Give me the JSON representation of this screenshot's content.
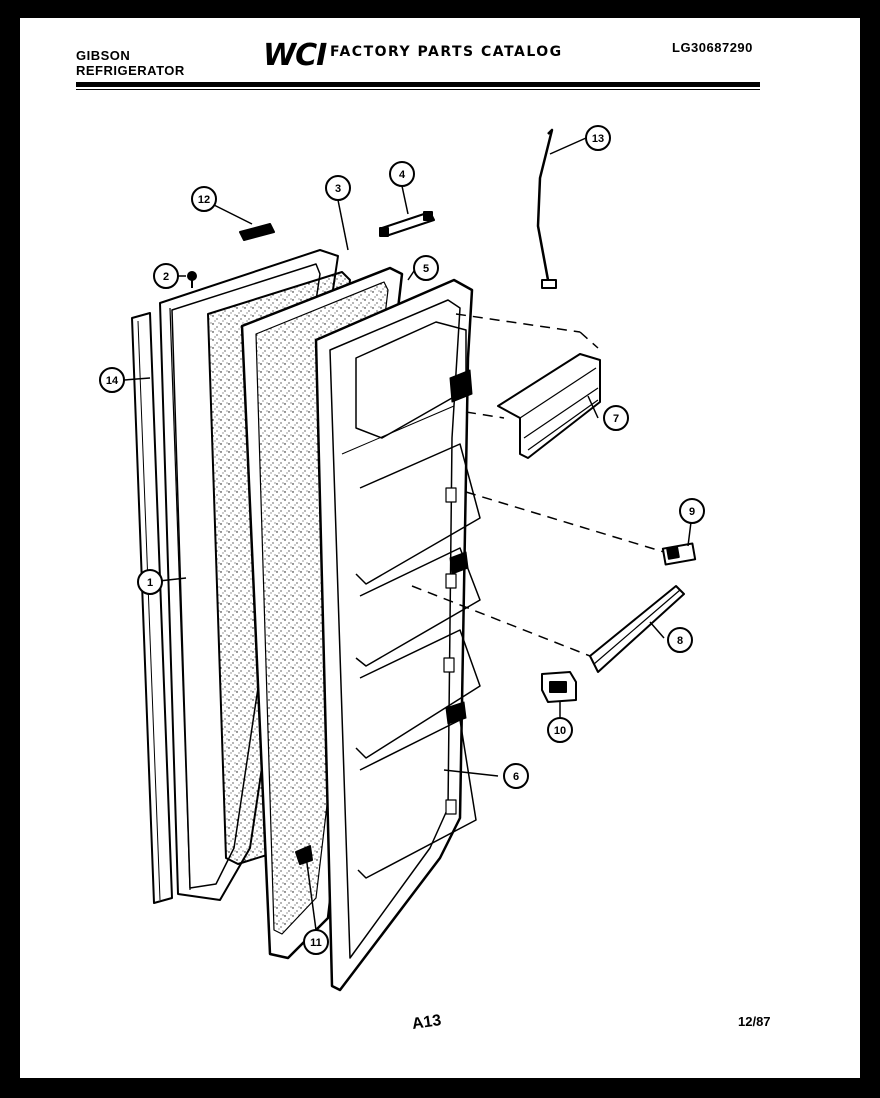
{
  "header": {
    "brand_line1": "GIBSON",
    "brand_line2": "REFRIGERATOR",
    "logo_text": "WCI",
    "catalog_title": "FACTORY PARTS CATALOG",
    "model_code": "LG30687290"
  },
  "footer": {
    "page_label": "A13",
    "date": "12/87"
  },
  "callouts": [
    "1",
    "2",
    "3",
    "4",
    "5",
    "6",
    "7",
    "8",
    "9",
    "10",
    "11",
    "12",
    "13",
    "14"
  ],
  "colors": {
    "ink": "#000000",
    "paper": "#ffffff"
  }
}
